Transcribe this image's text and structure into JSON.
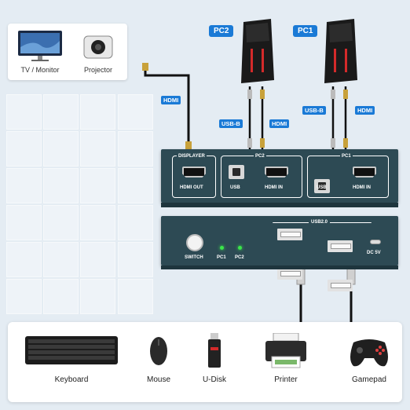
{
  "display": {
    "tv_label": "TV / Monitor",
    "projector_label": "Projector"
  },
  "pcs": {
    "pc2": "PC2",
    "pc1": "PC1"
  },
  "cable_tags": {
    "hdmi_display": "HDMI",
    "pc2_usb": "USB-B",
    "pc2_hdmi": "HDMI",
    "pc1_usb": "USB-B",
    "pc1_hdmi": "HDMI"
  },
  "kvm_top": {
    "displayer": "DISPLAYER",
    "pc2": "PC2",
    "pc1": "PC1",
    "hdmi_out": "HDMI OUT",
    "usb_pc2": "USB",
    "hdmi_in_pc2": "HDMI IN",
    "usb_pc1": "USB",
    "hdmi_in_pc1": "HDMI IN"
  },
  "kvm_bottom": {
    "switch": "SWITCH",
    "led_pc1": "PC1",
    "led_pc2": "PC2",
    "usb20": "USB2.0",
    "dc": "DC 5V"
  },
  "peripherals": {
    "keyboard": "Keyboard",
    "mouse": "Mouse",
    "udisk": "U-Disk",
    "printer": "Printer",
    "gamepad": "Gamepad"
  },
  "colors": {
    "accent": "#1a7ad6",
    "kvm_body": "#2d4a54",
    "led_green": "#3be64a",
    "background": "#e4ecf3"
  }
}
